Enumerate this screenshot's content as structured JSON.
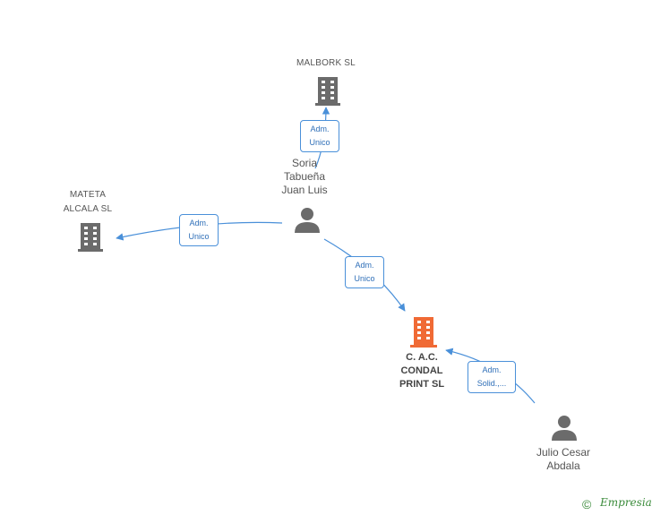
{
  "nodes": {
    "malbork": {
      "label": "MALBORK SL"
    },
    "mateta": {
      "label": "MATETA\nALCALA SL"
    },
    "soria": {
      "label": "Soria\nTabueña\nJuan Luis"
    },
    "condal": {
      "label": "C. A.C.\nCONDAL\nPRINT SL"
    },
    "julio": {
      "label": "Julio Cesar\nAbdala"
    }
  },
  "edges": {
    "soria_malbork": {
      "label": "Adm.\nUnico"
    },
    "soria_mateta": {
      "label": "Adm.\nUnico"
    },
    "soria_condal": {
      "label": "Adm.\nUnico"
    },
    "julio_condal": {
      "label": "Adm.\nSolid.,..."
    }
  },
  "colors": {
    "edge": "#4a90d9",
    "company": "#6b6b6b",
    "main_company": "#f06a35",
    "person": "#6b6b6b"
  },
  "footer": {
    "copyright_symbol": "©",
    "brand": "Empresia"
  }
}
